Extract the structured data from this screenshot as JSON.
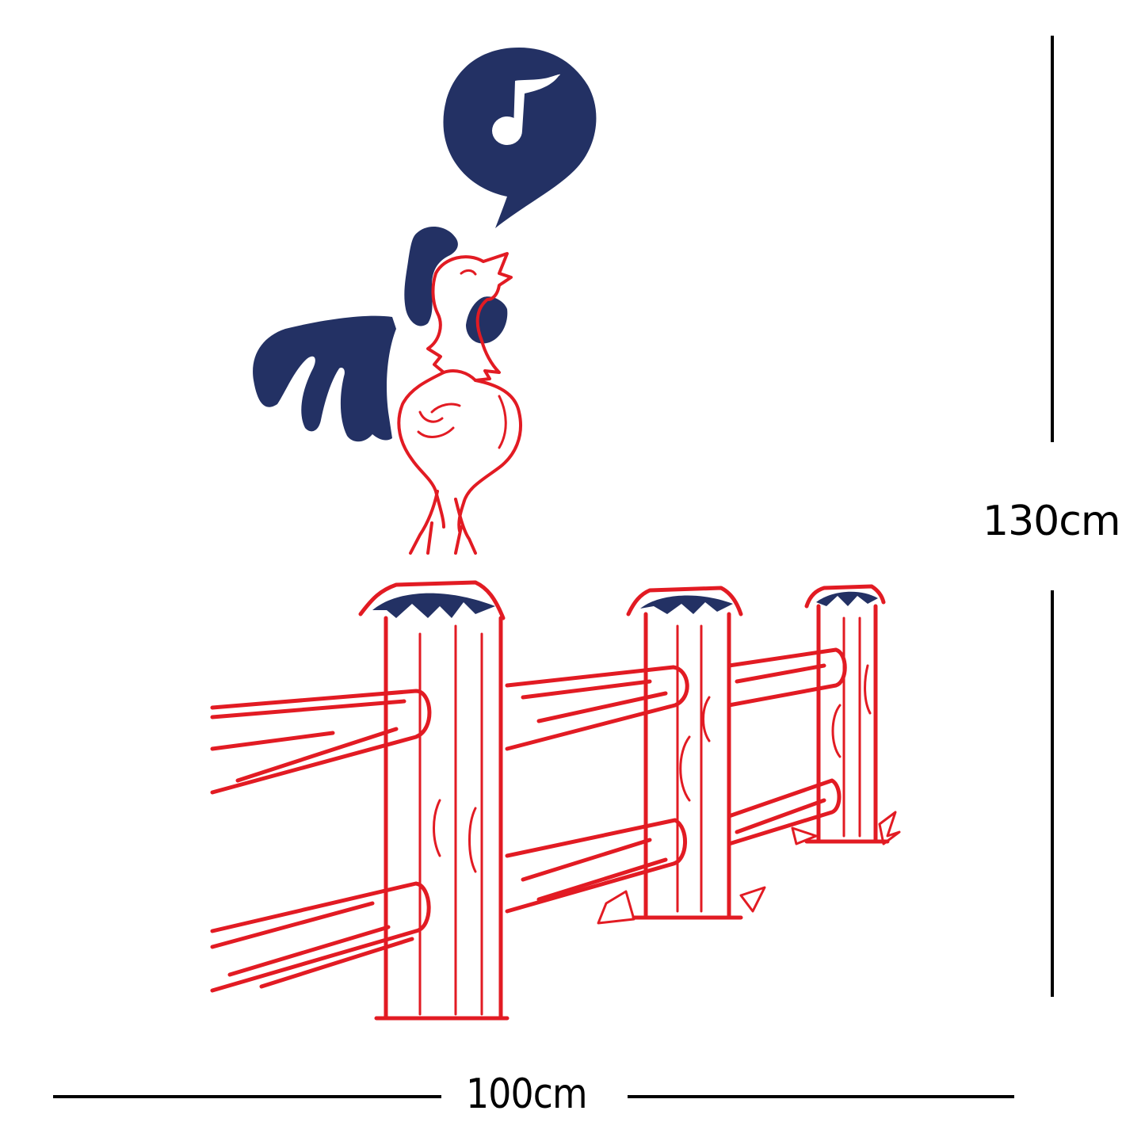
{
  "artwork": {
    "subject": "Singing rooster on a wooden rail fence (wall decal)",
    "colors": {
      "navy": "#233164",
      "red": "#e21b23",
      "background": "#ffffff",
      "dimension_lines": "#000000"
    },
    "speech_bubble": {
      "icon": "music-note-icon"
    },
    "fence": {
      "posts": 3,
      "rails_per_section": 2
    }
  },
  "dimensions": {
    "height_label": "130cm",
    "width_label": "100cm"
  }
}
